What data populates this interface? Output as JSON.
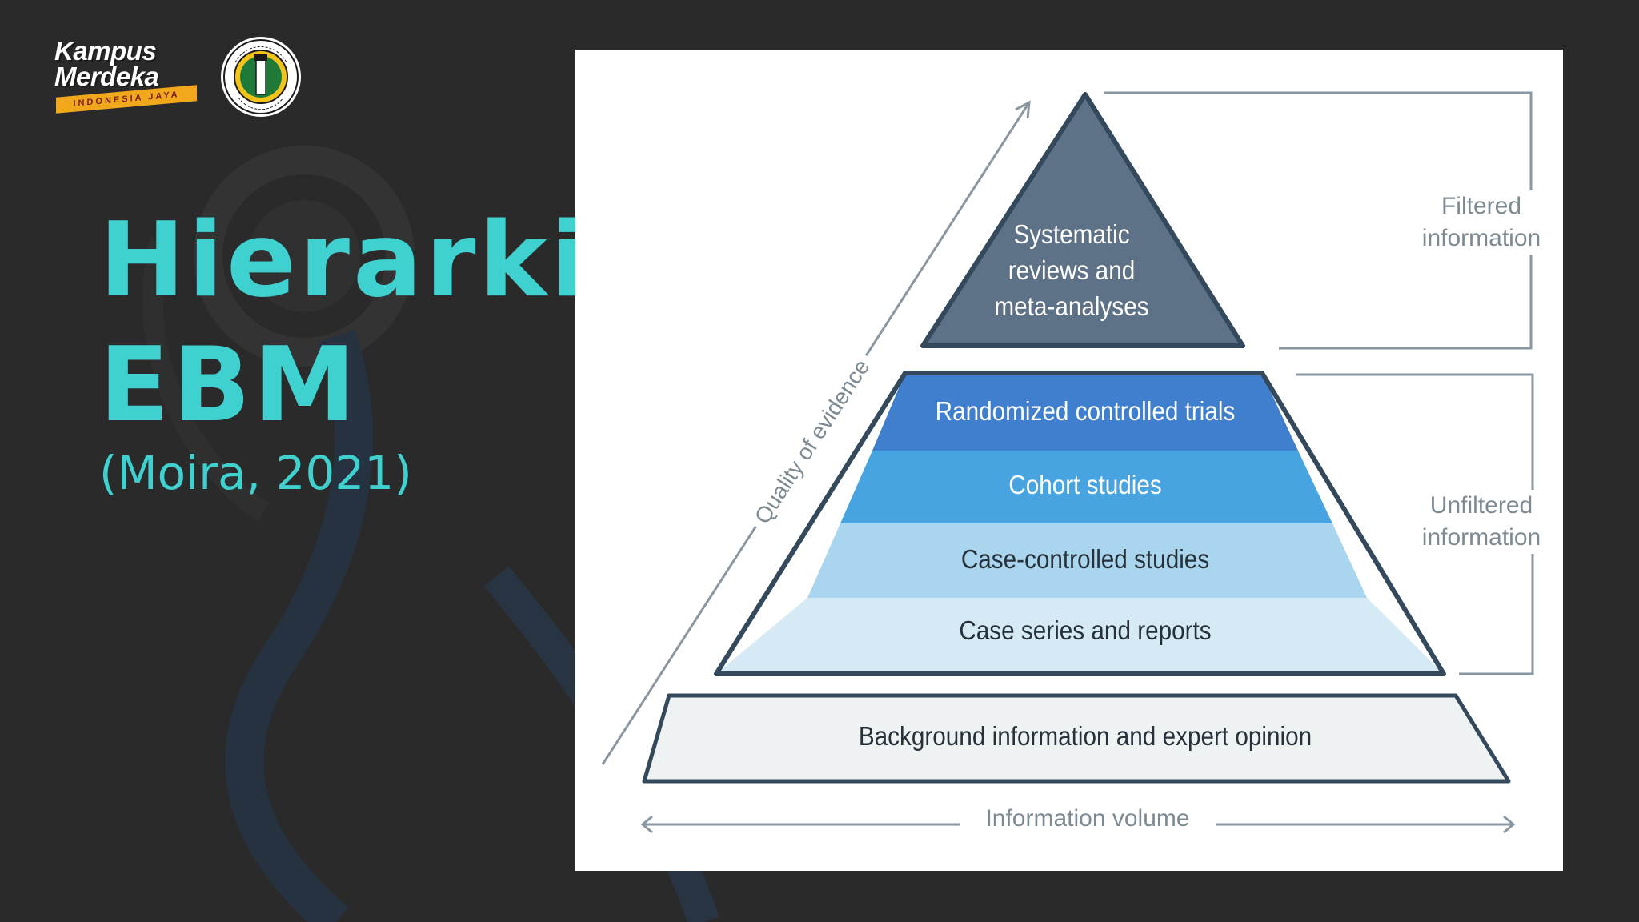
{
  "logo": {
    "line1": "Kampus",
    "line2": "Merdeka",
    "tagline": "INDONESIA JAYA",
    "seal_text": "UNIVERSITAS ALKHAIRAAT · PALU - SULTENG"
  },
  "title": {
    "line1": "Hierarki",
    "line2": "EBM",
    "citation": "(Moira, 2021)"
  },
  "pyramid": {
    "apex_lines": [
      "Systematic",
      "reviews and",
      "meta-analyses"
    ],
    "tiers": [
      "Randomized controlled trials",
      "Cohort studies",
      "Case-controlled studies",
      "Case series and reports"
    ],
    "base": "Background information and expert opinion",
    "filtered_lines": [
      "Filtered",
      "information"
    ],
    "unfiltered_lines": [
      "Unfiltered",
      "information"
    ],
    "quality_axis": "Quality of evidence",
    "volume_axis": "Information volume"
  },
  "colors": {
    "title": "#3fd1d0",
    "apex": "#5d7187",
    "tier1": "#3f7fcd",
    "tier2": "#47a4e0",
    "tier3": "#a9d5ee",
    "tier4": "#d5eaf5",
    "base": "#eef2f2",
    "outline": "#34495c"
  }
}
